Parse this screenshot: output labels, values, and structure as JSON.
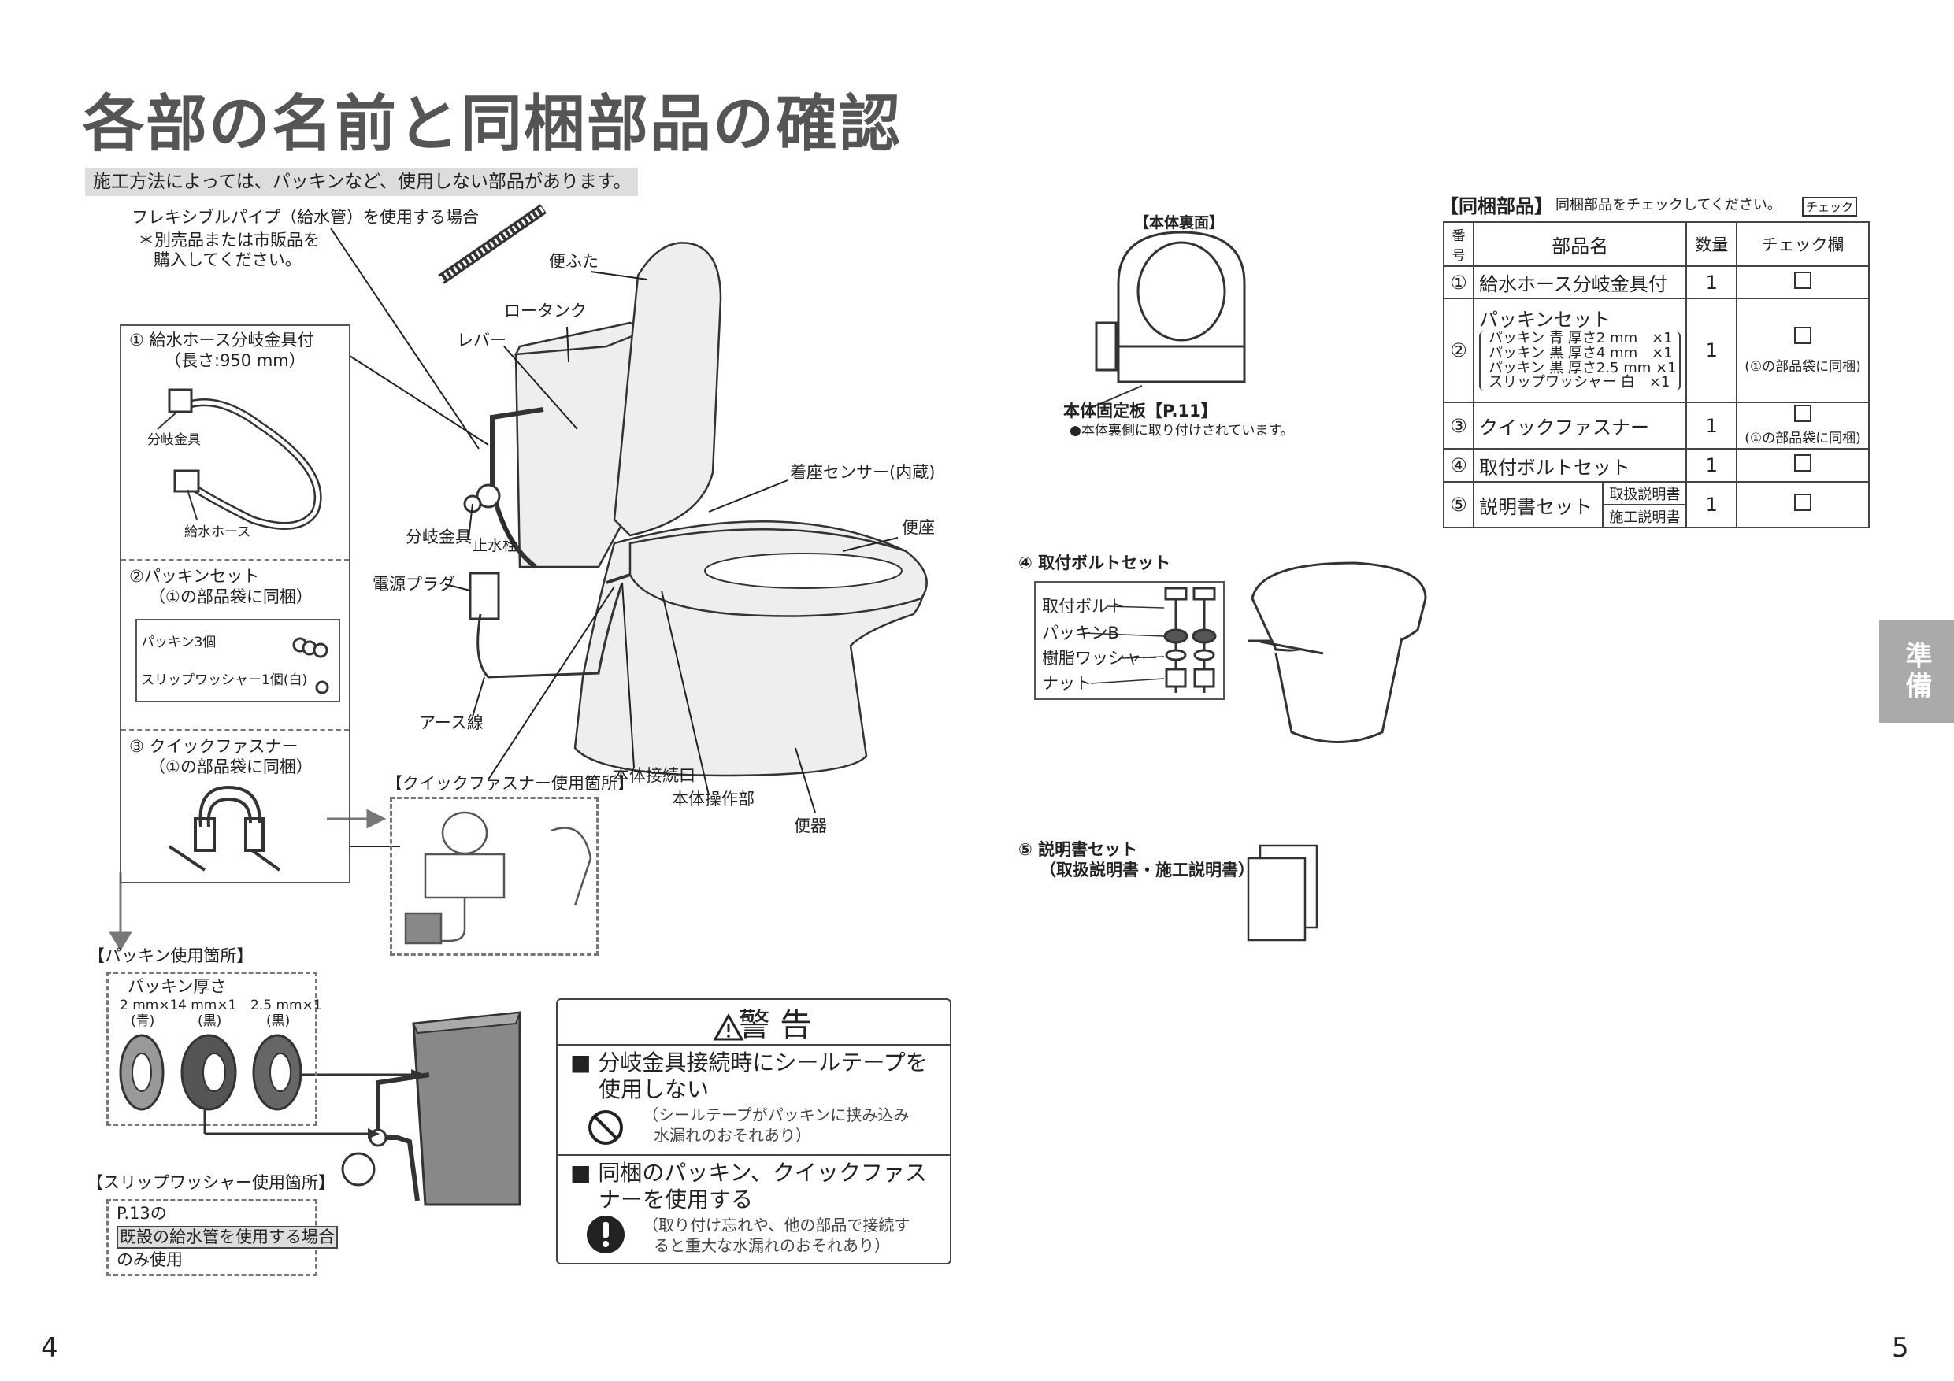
{
  "title": "各部の名前と同梱部品の確認",
  "note": "施工方法によっては、パッキンなど、使用しない部品があります。",
  "labels": {
    "flexible": "フレキシブルパイプ（給水管）を使用する場合",
    "flexible_note1": "＊別売品または市販品を",
    "flexible_note2": "購入してください。",
    "binfuta": "便ふた",
    "low_tank": "ロータンク",
    "lever": "レバー",
    "bunki": "分岐金具",
    "shisuisen": "止水栓",
    "dengen": "電源プラグ",
    "earth": "アース線",
    "sensor": "着座センサー(内蔵)",
    "benza": "便座",
    "setsuzoku": "本体接続口",
    "sousa": "本体操作部",
    "benki": "便器",
    "quick_place": "【クイックファスナー使用箇所】"
  },
  "panel": {
    "item1_title": "① 給水ホース分岐金具付",
    "item1_len": "（長さ:950 mm）",
    "item1_part_a": "分岐金具",
    "item1_part_b": "給水ホース",
    "item2_title": "②パッキンセット",
    "item2_sub": "（①の部品袋に同梱）",
    "item2_a": "パッキン3個",
    "item2_b": "スリップワッシャー1個(白)",
    "item3_title": "③ クイックファスナー",
    "item3_sub": "（①の部品袋に同梱）"
  },
  "packing": {
    "title": "【パッキン使用箇所】",
    "thick": "パッキン厚さ",
    "s1": "2 mm×1",
    "s1c": "(青)",
    "s2": "4 mm×1",
    "s2c": "(黒)",
    "s3": "2.5 mm×1",
    "s3c": "(黒)"
  },
  "slip": {
    "title": "【スリップワッシャー使用箇所】",
    "l1": "P.13の",
    "l2": "既設の給水管を使用する場合",
    "l3": "のみ使用"
  },
  "warning": {
    "head": "警 告",
    "t1a": "■ 分岐金具接続時にシールテープを",
    "t1b": "使用しない",
    "s1a": "（シールテープがパッキンに挟み込み",
    "s1b": "水漏れのおそれあり）",
    "t2a": "■ 同梱のパッキン、クイックファス",
    "t2b": "ナーを使用する",
    "s2a": "（取り付け忘れや、他の部品で接続す",
    "s2b": "ると重大な水漏れのおそれあり）"
  },
  "back": {
    "title": "【本体裏面】",
    "plate": "本体固定板【P.11】",
    "plate_note": "●本体裏側に取り付けされています。"
  },
  "bolt": {
    "title": "④ 取付ボルトセット",
    "l1": "取付ボルト",
    "l2": "パッキンB",
    "l3": "樹脂ワッシャー",
    "l4": "ナット"
  },
  "manual": {
    "title": "⑤ 説明書セット",
    "sub": "（取扱説明書・施工説明書）"
  },
  "parts": {
    "heading": "【同梱部品】",
    "heading_note": "同梱部品をチェックしてください。",
    "check_badge": "チェック",
    "cols": [
      "番号",
      "部品名",
      "数量",
      "チェック欄"
    ],
    "r1": {
      "no": "①",
      "name": "給水ホース分岐金具付",
      "qty": "1"
    },
    "r2": {
      "no": "②",
      "name": "パッキンセット",
      "qty": "1",
      "d1": "パッキン 青 厚さ2 mm　×1",
      "d2": "パッキン 黒 厚さ4 mm　×1",
      "d3": "パッキン 黒 厚さ2.5 mm ×1",
      "d4": "スリップワッシャー 白　×1",
      "note": "(①の部品袋に同梱)"
    },
    "r3": {
      "no": "③",
      "name": "クイックファスナー",
      "qty": "1",
      "note": "(①の部品袋に同梱)"
    },
    "r4": {
      "no": "④",
      "name": "取付ボルトセット",
      "qty": "1"
    },
    "r5": {
      "no": "⑤",
      "name": "説明書セット",
      "qty": "1",
      "sub1": "取扱説明書",
      "sub2": "施工説明書"
    }
  },
  "side_tab": "準備",
  "page_left": "4",
  "page_right": "5"
}
